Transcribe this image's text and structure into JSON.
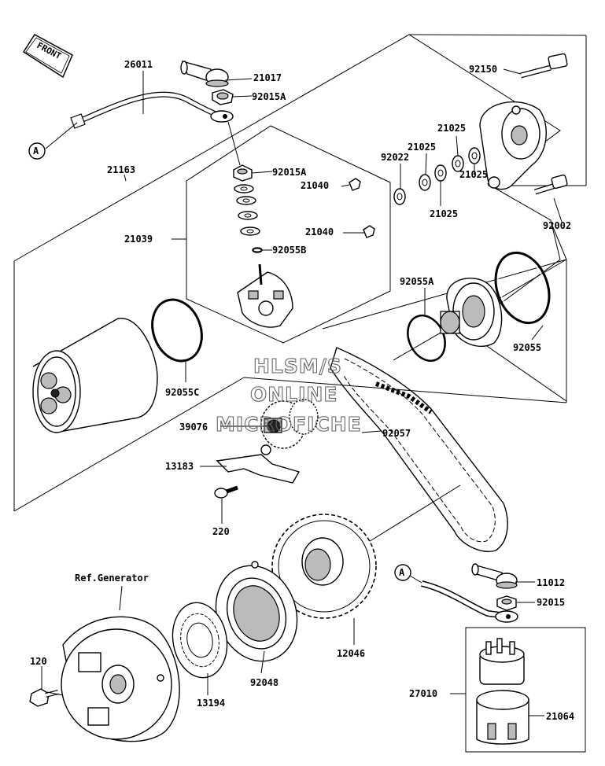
{
  "front_badge": "FRONT",
  "reference_letter": "A",
  "ref_generator": "Ref.Generator",
  "watermark": [
    "HLSM/S",
    "ONLINE",
    "MICROFICHE"
  ],
  "part_labels": {
    "p26011": "26011",
    "p21017": "21017",
    "p92015A_1": "92015A",
    "p92150": "92150",
    "p21163": "21163",
    "p92015A_2": "92015A",
    "p21040_1": "21040",
    "p92022": "92022",
    "p21025_1": "21025",
    "p21025_2": "21025",
    "p21025_3": "21025",
    "p21025_4": "21025",
    "p21039": "21039",
    "p21040_2": "21040",
    "p92055B": "92055B",
    "p92002": "92002",
    "p92055A": "92055A",
    "p92055": "92055",
    "p92055C": "92055C",
    "p39076": "39076",
    "p92057": "92057",
    "p13183": "13183",
    "p220": "220",
    "p11012": "11012",
    "p92015": "92015",
    "p12046": "12046",
    "p120": "120",
    "p92048": "92048",
    "p13194": "13194",
    "p27010": "27010",
    "p21064": "21064"
  }
}
